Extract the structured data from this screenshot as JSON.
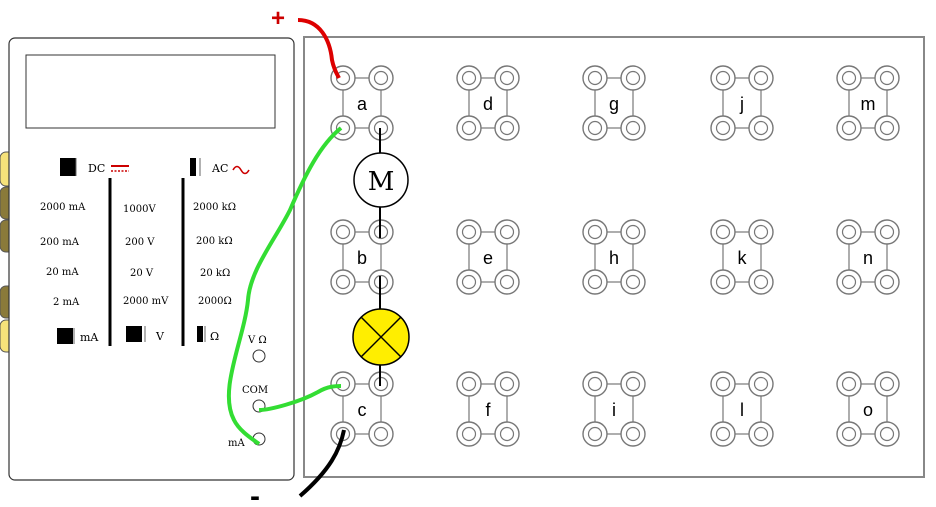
{
  "multimeter": {
    "modes": {
      "dc": "DC",
      "ac": "AC",
      "ma": "mA",
      "v": "V",
      "ohm": "Ω"
    },
    "ranges_ma": [
      "2000 mA",
      "200 mA",
      "20 mA",
      "2 mA"
    ],
    "ranges_v": [
      "1000V",
      "200 V",
      "20 V",
      "2000 mV"
    ],
    "ranges_ohm": [
      "2000 kΩ",
      "200 kΩ",
      "20 kΩ",
      "2000Ω"
    ],
    "sockets": {
      "v_ohm": "V Ω",
      "com": "COM",
      "ma": "mA"
    }
  },
  "board": {
    "node_labels": [
      "a",
      "b",
      "c",
      "d",
      "e",
      "f",
      "g",
      "h",
      "i",
      "j",
      "k",
      "l",
      "m",
      "n",
      "o"
    ]
  },
  "components": {
    "motor": "M"
  },
  "terminals": {
    "plus": "+",
    "minus": "-"
  },
  "colors": {
    "wire_positive": "#dd0000",
    "wire_negative": "#000000",
    "wire_meter": "#33dd33",
    "lamp_fill": "#ffee00",
    "knob": "#8a7a3a",
    "knob_light": "#f6e27a",
    "ac_dc_symbol": "#cc0000"
  }
}
